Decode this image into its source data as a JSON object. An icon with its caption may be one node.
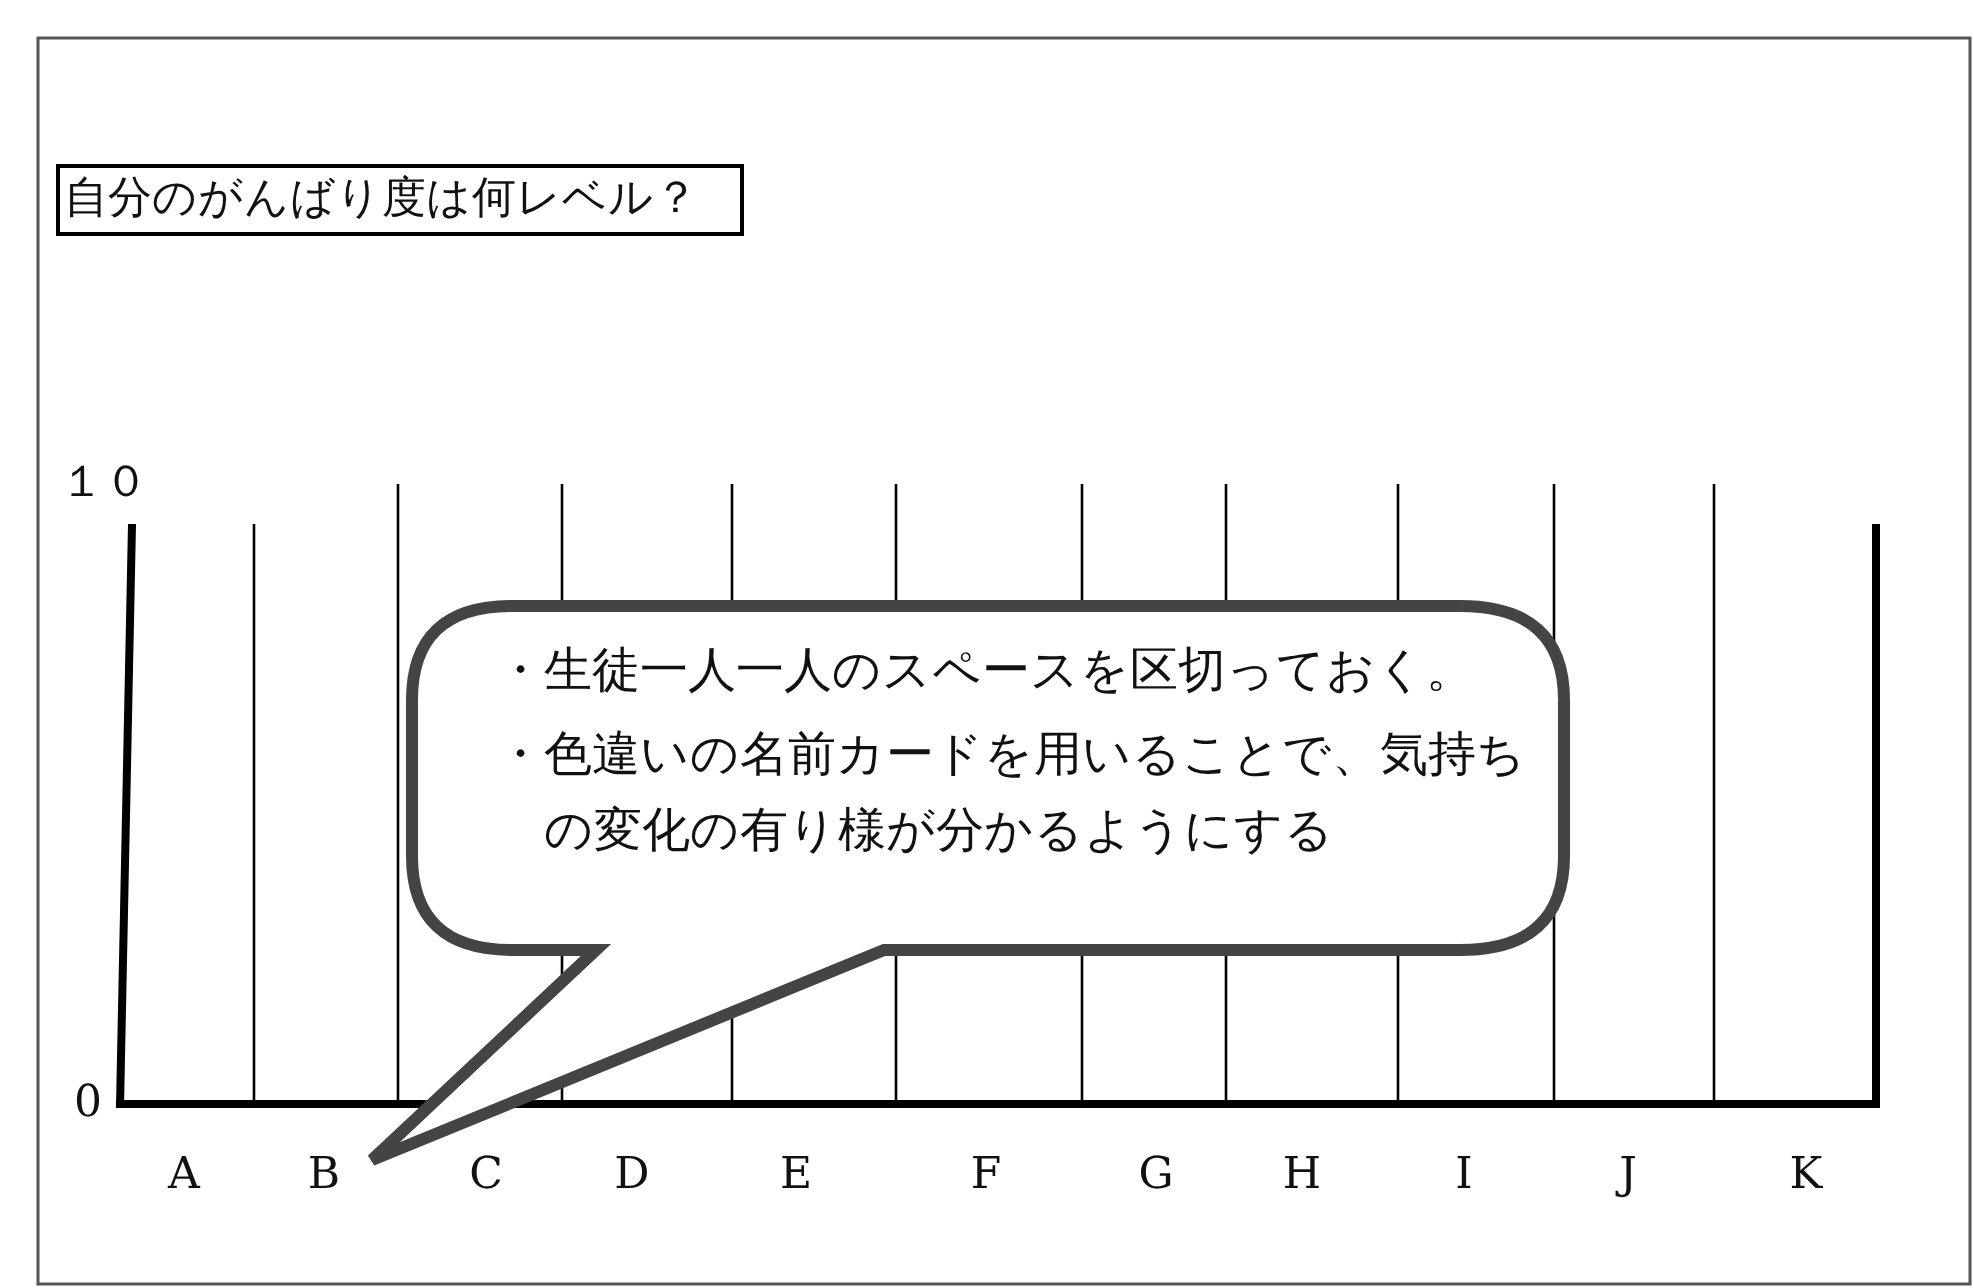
{
  "diagram": {
    "nodes": [
      {
        "text": [
          "自分のがんばり度は何レベル？"
        ]
      },
      {
        "text": [
          "・生徒一人一人のスペースを区切っておく。",
          "・色違いの名前カードを用いることで、気持ちの変化の有り様が分かるようにする"
        ]
      }
    ],
    "labels": [
      "１０",
      "0",
      "A",
      "B",
      "C",
      "D",
      "E",
      "F",
      "G",
      "H",
      "I",
      "J",
      "K"
    ]
  }
}
